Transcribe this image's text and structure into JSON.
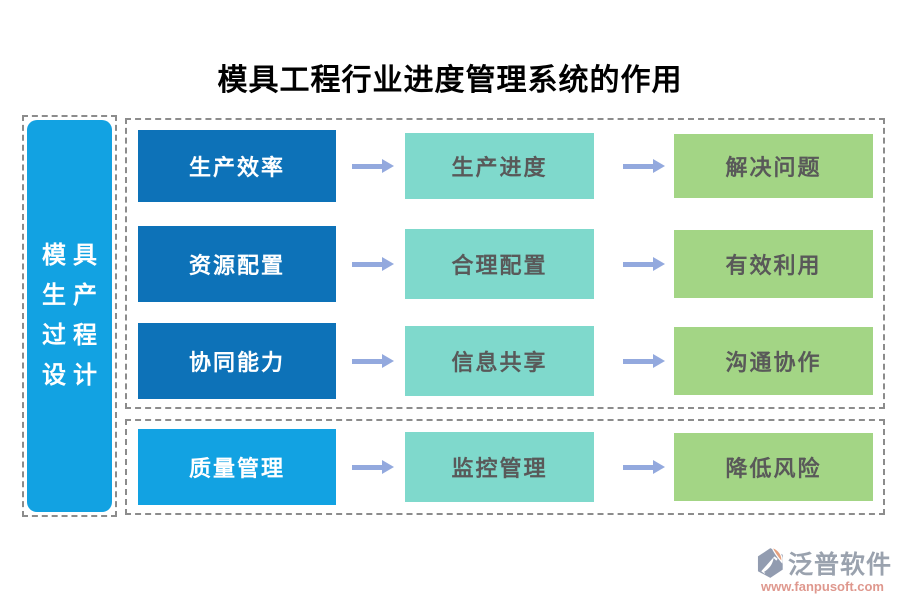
{
  "title": "模具工程行业进度管理系统的作用",
  "sidebar": {
    "label": "模具生产过程设计",
    "lines": [
      "模具",
      "生产",
      "过程",
      "设计"
    ]
  },
  "rows": [
    {
      "source": "生产效率",
      "process": "生产进度",
      "outcome": "解决问题"
    },
    {
      "source": "资源配置",
      "process": "合理配置",
      "outcome": "有效利用"
    },
    {
      "source": "协同能力",
      "process": "信息共享",
      "outcome": "沟通协作"
    },
    {
      "source": "质量管理",
      "process": "监控管理",
      "outcome": "降低风险"
    }
  ],
  "watermark": {
    "brand": "泛普软件",
    "url": "www.fanpusoft.com"
  },
  "icons": {
    "arrow": "arrow-right-icon",
    "logo": "fanpu-logo-icon"
  },
  "colors": {
    "c-dark-blue": "#0d72b8",
    "c-bright-blue": "#12a2e2",
    "c-teal": "#7fd9cc",
    "c-green": "#a3d585",
    "c-arrow": "#93a9de",
    "c-box-text": "#595959",
    "c-dash": "#8c8c8c",
    "c-brand": "#9aa2ae",
    "c-url": "#df988e"
  }
}
